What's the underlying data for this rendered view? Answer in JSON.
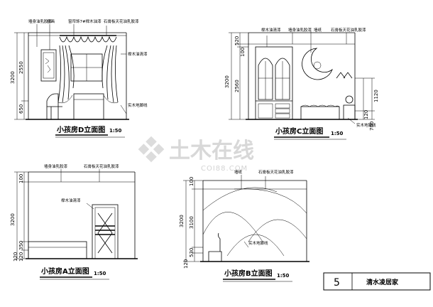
{
  "views": {
    "D": {
      "title": "小孩房D立面图",
      "scale": "1:50",
      "labels": [
        "墙身油乳胶漆",
        "挂画",
        "窗帘饰7#榉木油漆",
        "石膏板天花油乳胶漆",
        "榉木油清漆",
        "实木地脚线"
      ],
      "dims": [
        "3200",
        "2550",
        "650"
      ]
    },
    "C": {
      "title": "小孩房C立面图",
      "scale": "1:50",
      "labels": [
        "榉木油清漆",
        "墙身油乳胶漆",
        "墙纸",
        "石膏板天花油乳胶漆",
        "实木地脚线"
      ],
      "dims": [
        "3200",
        "520",
        "100",
        "2560",
        "1120",
        "120",
        "700"
      ]
    },
    "A": {
      "title": "小孩房A立面图",
      "scale": "1:50",
      "labels": [
        "墙身油乳胶漆",
        "石膏板天花油乳胶漆",
        "榉木油清漆"
      ],
      "dims": [
        "100",
        "3200",
        "350",
        "120",
        "120"
      ]
    },
    "B": {
      "title": "小孩房B立面图",
      "scale": "1:50",
      "labels": [
        "墙纸",
        "石膏板天花油乳胶漆",
        "实木地脚线"
      ],
      "dims": [
        "100",
        "3200",
        "3100",
        "530",
        "120"
      ]
    }
  },
  "title_block": {
    "sheet_no": "5",
    "project": "清水凌居家"
  },
  "watermark": {
    "main": "土木在线",
    "sub": "COI88.COM",
    "icon": "logo-icon"
  }
}
